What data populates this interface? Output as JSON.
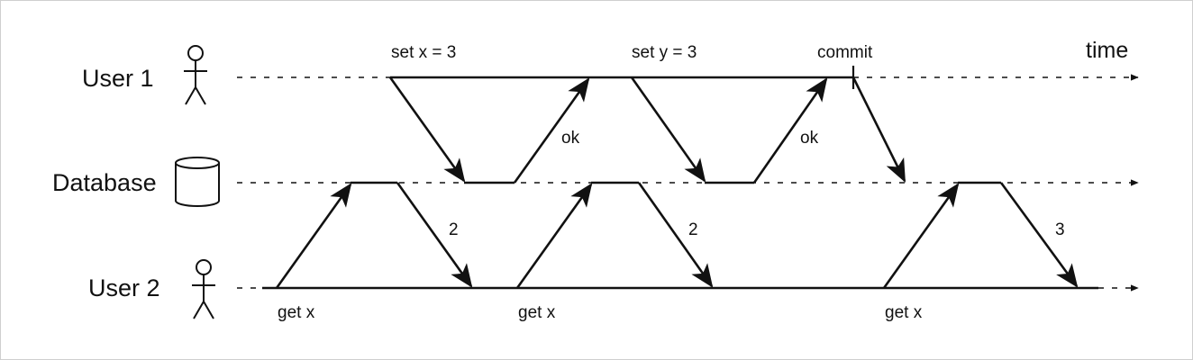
{
  "actors": {
    "user1": "User 1",
    "database": "Database",
    "user2": "User 2"
  },
  "axis": {
    "time": "time"
  },
  "messages": {
    "user1_set_x": "set x = 3",
    "user1_set_y": "set y = 3",
    "user1_commit": "commit",
    "ok_1": "ok",
    "ok_2": "ok",
    "reply_1": "2",
    "reply_2": "2",
    "reply_3": "3",
    "get_1": "get x",
    "get_2": "get x",
    "get_3": "get x"
  }
}
